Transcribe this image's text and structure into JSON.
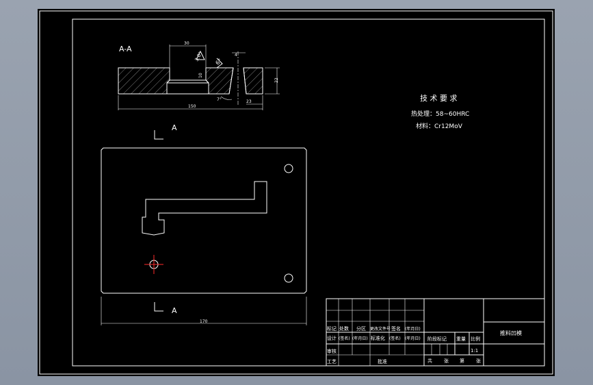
{
  "section_view": {
    "label": "A-A",
    "dims": {
      "top_width": "30",
      "angle_top": "3.0°",
      "angle_side": "6°",
      "small_top": "4",
      "height_right": "22",
      "depth_mid": "10",
      "width_total": "150",
      "right_offset": "23",
      "angle_bottom": "7°"
    }
  },
  "plan_view": {
    "cut_top": "A",
    "cut_bottom": "A",
    "width_dim": "170"
  },
  "tech": {
    "title": "技 术 要 求",
    "line1": "热处理：58~60HRC",
    "line2": "材料：Cr12MoV"
  },
  "title_block": {
    "r1": [
      "标记",
      "处数",
      "分区",
      "更改文件号",
      "签名",
      "(年月日)"
    ],
    "r2": [
      "设计",
      "(签名)",
      "(年月日)",
      "标准化",
      "(签名)",
      "(年月日)"
    ],
    "r3": [
      "审核"
    ],
    "r4": [
      "工艺",
      "",
      "批准"
    ],
    "stage_label": "阶段标记",
    "weight_label": "重量",
    "scale_label": "比例",
    "scale_value": "1:1",
    "sheets": [
      "共",
      "张",
      "第",
      "张"
    ],
    "part_name": "推料凹模"
  }
}
